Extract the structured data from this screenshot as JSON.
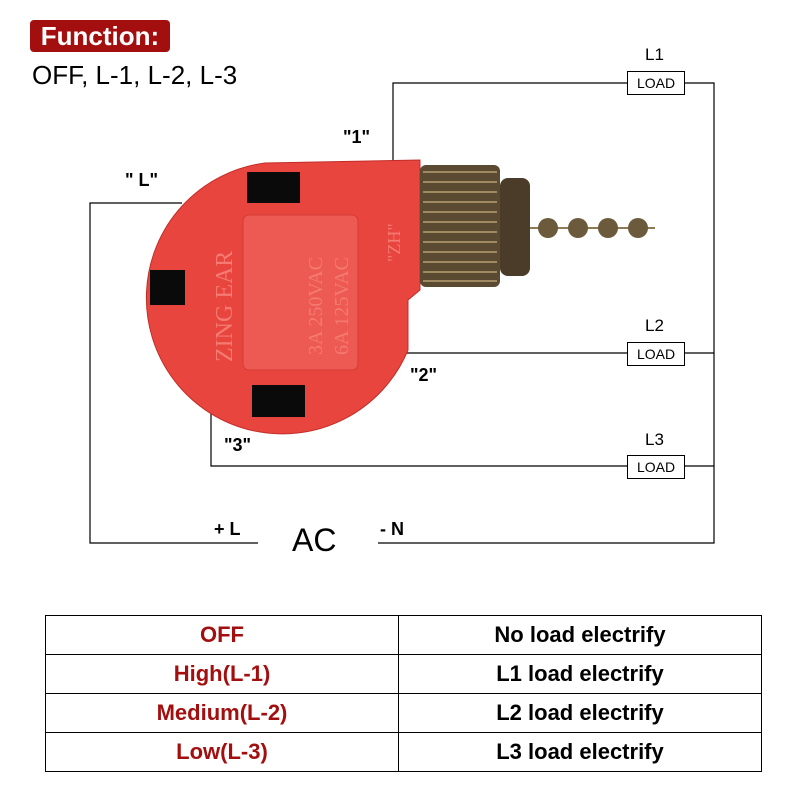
{
  "title": "Function:",
  "modes": "OFF, L-1, L-2, L-3",
  "wire_labels": {
    "l": "\" L\"",
    "one": "\"1\"",
    "two": "\"2\"",
    "three": "\"3\""
  },
  "loads": [
    {
      "name": "L1",
      "box": "LOAD"
    },
    {
      "name": "L2",
      "box": "LOAD"
    },
    {
      "name": "L3",
      "box": "LOAD"
    }
  ],
  "ac": {
    "label": "AC",
    "plus": "+ L",
    "minus": "- N"
  },
  "switch_markings": {
    "brand": "ZING EAR",
    "rating1": "3A 250VAC",
    "rating2": "6A 125VAC",
    "code": "\"ZH\""
  },
  "table": {
    "rows": [
      {
        "mode": "OFF",
        "result": "No load electrify"
      },
      {
        "mode": "High(L-1)",
        "result": "L1 load electrify"
      },
      {
        "mode": "Medium(L-2)",
        "result": "L2 load electrify"
      },
      {
        "mode": "Low(L-3)",
        "result": "L3 load electrify"
      }
    ]
  },
  "colors": {
    "accent": "#a30f0f",
    "switch_body": "#e8453f"
  }
}
